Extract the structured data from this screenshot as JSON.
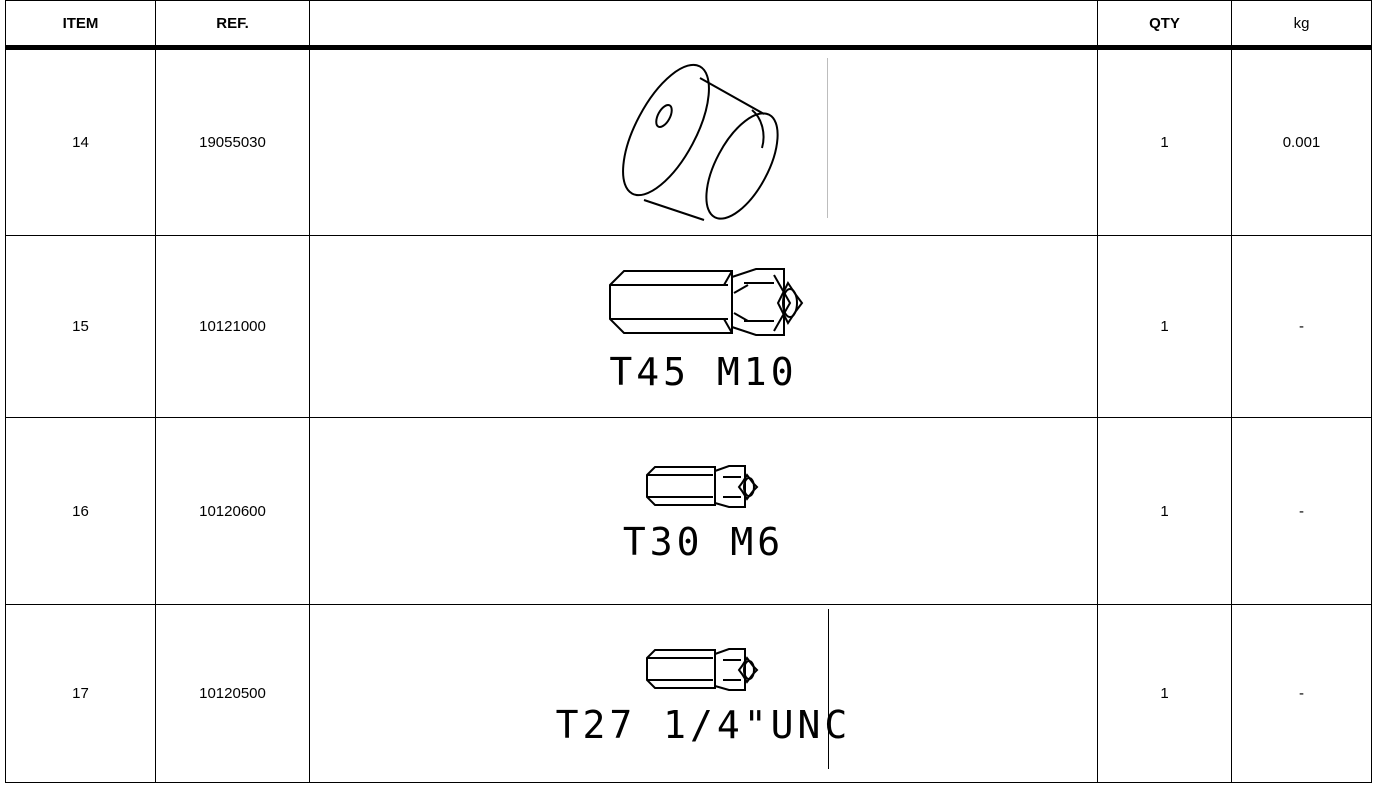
{
  "table": {
    "headers": {
      "item": "ITEM",
      "ref": "REF.",
      "image": "",
      "qty": "QTY",
      "kg": "kg"
    },
    "rows": [
      {
        "item": "14",
        "ref": "19055030",
        "label": "",
        "qty": "1",
        "kg": "0.001"
      },
      {
        "item": "15",
        "ref": "10121000",
        "label": "T45 M10",
        "qty": "1",
        "kg": "-"
      },
      {
        "item": "16",
        "ref": "10120600",
        "label": "T30 M6",
        "qty": "1",
        "kg": "-"
      },
      {
        "item": "17",
        "ref": "10120500",
        "label": "T27 1/4\"UNC",
        "qty": "1",
        "kg": "-"
      }
    ]
  }
}
